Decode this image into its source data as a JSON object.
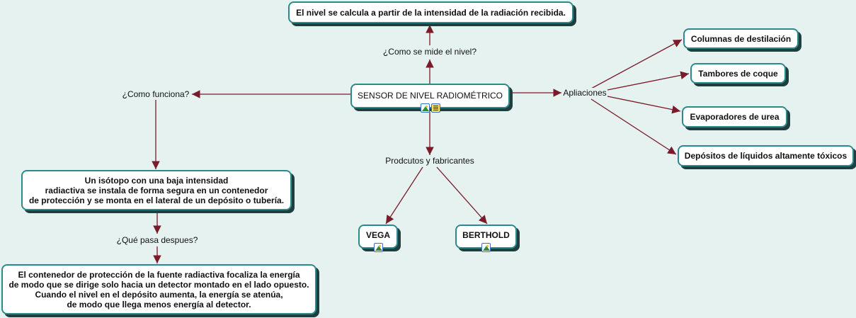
{
  "colors": {
    "link": "#7a1a2a",
    "border": "#2d8a8c",
    "background": "#e5f2ef"
  },
  "nodes": {
    "center": "SENSOR DE NIVEL RADIOMÉTRICO",
    "top": "El nivel se calcula a partir de la intensidad de la radiación recibida.",
    "columnas": "Columnas de destilación",
    "tambores": "Tambores de coque",
    "evaporadores": "Evaporadores de urea",
    "depositos": "Depósitos de líquidos altamente tóxicos",
    "isotopo": [
      "Un isótopo con una baja intensidad",
      "radiactiva se instala de forma segura en un contenedor",
      "de protección y se monta en el lateral de un depósito o tubería."
    ],
    "contenedor": [
      "El  contenedor de protección de la fuente radiactiva focaliza la energía",
      "de modo que se dirige solo hacia un detector montado en el lado opuesto.",
      "Cuando el nivel en el depósito aumenta, la energía se atenúa,",
      "de modo que llega menos energía al detector."
    ],
    "vega": "VEGA",
    "berthold": "BERTHOLD"
  },
  "links": {
    "mide": "¿Como se mide el nivel?",
    "funciona": "¿Como funciona?",
    "aplicaciones": "Apliaciones",
    "productos": "Prodcutos y fabricantes",
    "despues": "¿Qué pasa despues?"
  }
}
